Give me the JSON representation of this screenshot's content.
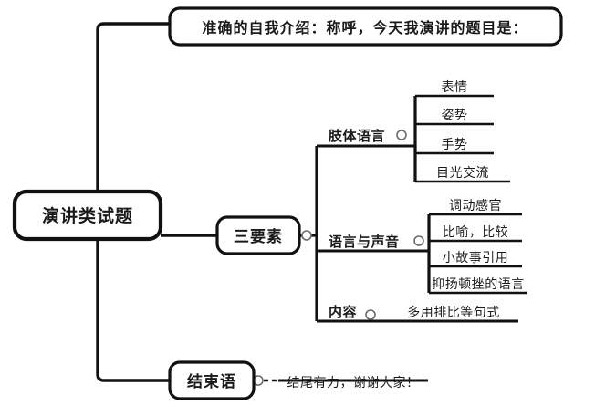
{
  "diagram": {
    "type": "mind-map",
    "title": "演讲类试题",
    "language": "zh",
    "colors": {
      "stroke": "#111111",
      "background": "#ffffff",
      "text": "#1a1a1a",
      "connector_dot": "#6b6b6b"
    }
  },
  "root": {
    "label": "演讲类试题"
  },
  "branches": {
    "intro": {
      "label": "准确的自我介绍：称呼，今天我演讲的题目是："
    },
    "three_elements": {
      "label": "三要素",
      "groups": [
        {
          "label": "肢体语言",
          "items": [
            "表情",
            "姿势",
            "手势",
            "目光交流"
          ]
        },
        {
          "label": "语言与声音",
          "items": [
            "调动感官",
            "比喻，比较",
            "小故事引用",
            "抑扬顿挫的语言"
          ]
        },
        {
          "label": "内容",
          "items": [
            "多用排比等句式"
          ]
        }
      ]
    },
    "closing": {
      "label": "结束语",
      "note": "结尾有力，谢谢大家！"
    }
  }
}
